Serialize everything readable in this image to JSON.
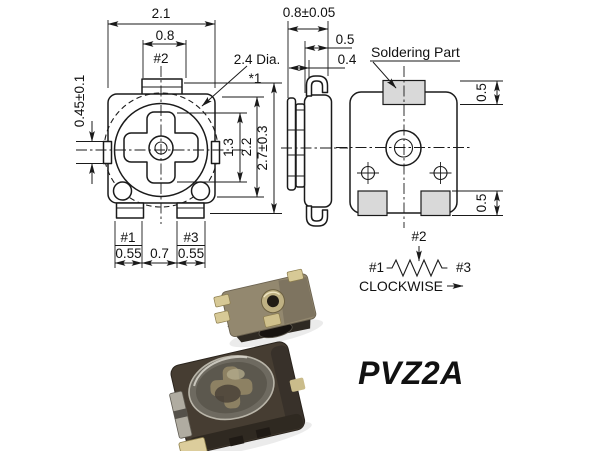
{
  "part_number": "PVZ2A",
  "front_view": {
    "dim_overall_width": "2.1",
    "dim_top_pad_width": "0.8",
    "terminal_top": "#2",
    "dim_rotor_diameter": "2.4 Dia.",
    "footnote": "*1",
    "dim_side_tab": "0.45±0.1",
    "dim_slot_length": "1.3",
    "dim_rotor_body": "2.2",
    "dim_overall_height": "2.7±0.3",
    "terminal_left": "#1",
    "terminal_right": "#3",
    "dim_pad_left": "0.55",
    "dim_pad_gap": "0.7",
    "dim_pad_right": "0.55"
  },
  "side_view": {
    "dim_thickness": "0.8±0.05",
    "dim_clip_offset": "0.5",
    "dim_body_offset": "0.4"
  },
  "back_view": {
    "soldering_label": "Soldering Part",
    "dim_pad_top": "0.5",
    "dim_pad_bottom": "0.5"
  },
  "schematic": {
    "terminal_wiper": "#2",
    "terminal_start": "#1",
    "terminal_end": "#3",
    "direction_label": "CLOCKWISE"
  },
  "colors": {
    "line": "#1a1a1a",
    "pad_fill": "#d9d9d9",
    "background": "#ffffff"
  }
}
